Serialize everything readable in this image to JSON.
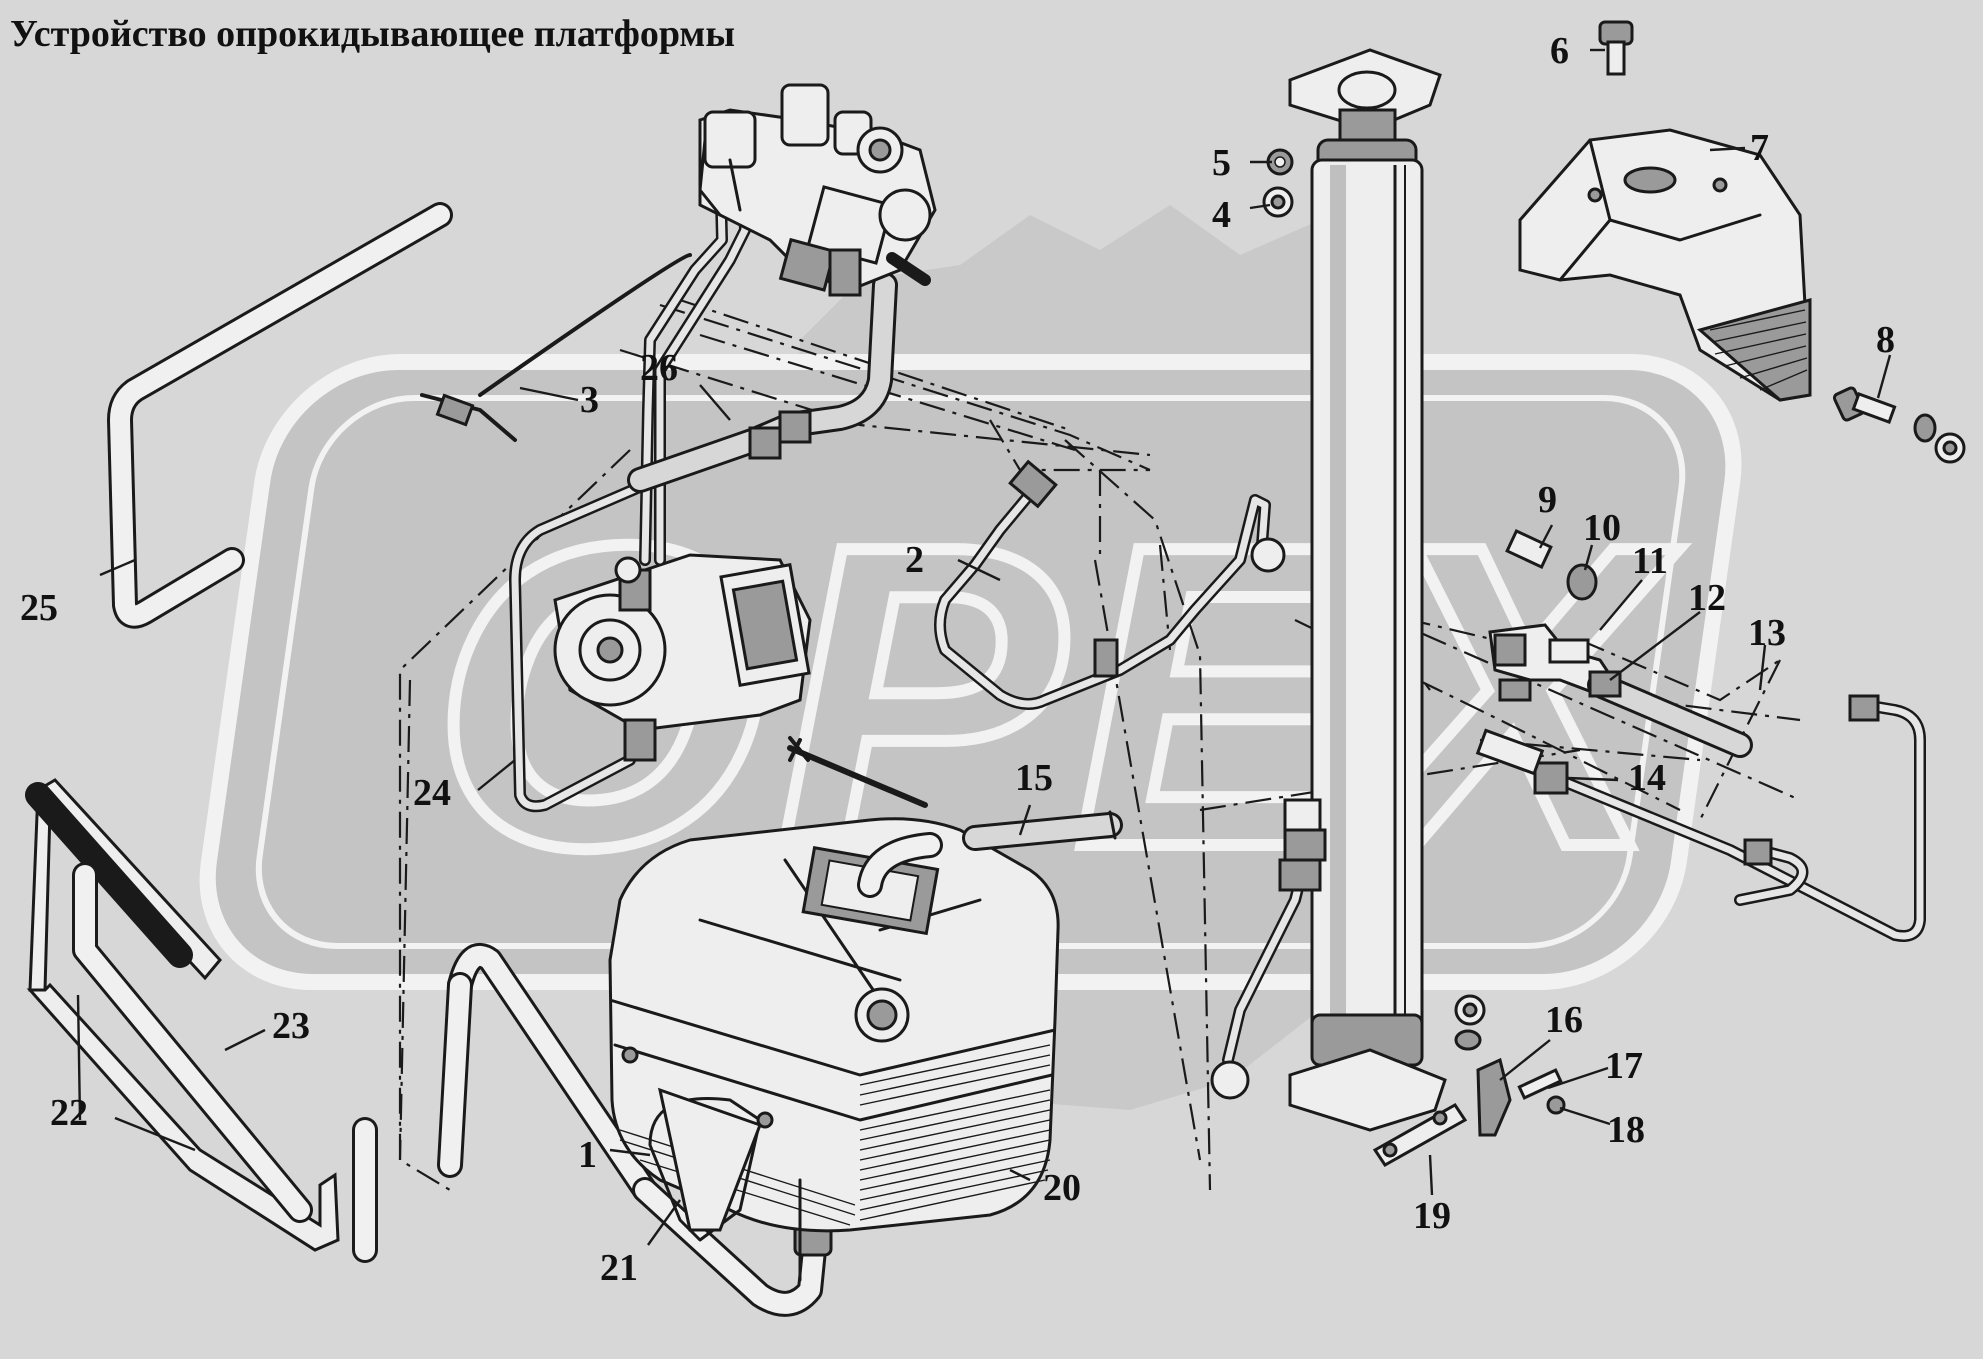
{
  "title": "Устройство опрокидывающее платформы",
  "watermark_text": "ОРЕХ",
  "colors": {
    "background": "#d7d7d7",
    "watermark_fill": "#c4c4c4",
    "watermark_outline": "#f2f2f2",
    "ink": "#1a1a1a"
  },
  "callouts": [
    {
      "n": "1"
    },
    {
      "n": "2"
    },
    {
      "n": "3"
    },
    {
      "n": "4"
    },
    {
      "n": "5"
    },
    {
      "n": "6"
    },
    {
      "n": "7"
    },
    {
      "n": "8"
    },
    {
      "n": "9"
    },
    {
      "n": "10"
    },
    {
      "n": "11"
    },
    {
      "n": "12"
    },
    {
      "n": "13"
    },
    {
      "n": "14"
    },
    {
      "n": "15"
    },
    {
      "n": "16"
    },
    {
      "n": "17"
    },
    {
      "n": "18"
    },
    {
      "n": "19"
    },
    {
      "n": "20"
    },
    {
      "n": "21"
    },
    {
      "n": "22"
    },
    {
      "n": "23"
    },
    {
      "n": "24"
    },
    {
      "n": "25"
    },
    {
      "n": "26"
    }
  ]
}
